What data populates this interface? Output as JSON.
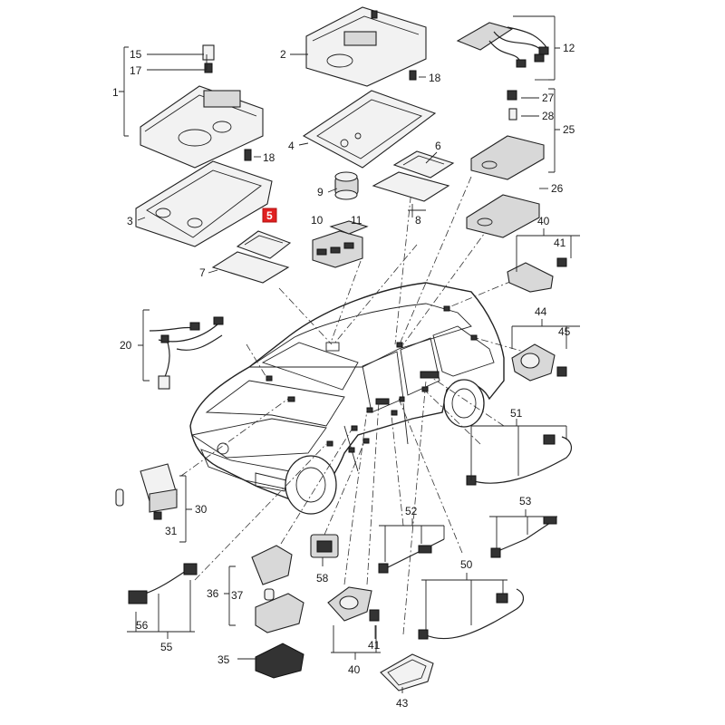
{
  "highlight_color": "#e02020",
  "callouts": [
    {
      "id": "c1",
      "text": "1"
    },
    {
      "id": "c2",
      "text": "2"
    },
    {
      "id": "c3",
      "text": "3"
    },
    {
      "id": "c4",
      "text": "4"
    },
    {
      "id": "c5",
      "text": "5",
      "highlighted": true
    },
    {
      "id": "c6",
      "text": "6"
    },
    {
      "id": "c7",
      "text": "7"
    },
    {
      "id": "c8",
      "text": "8"
    },
    {
      "id": "c9",
      "text": "9"
    },
    {
      "id": "c10",
      "text": "10"
    },
    {
      "id": "c11",
      "text": "11"
    },
    {
      "id": "c12",
      "text": "12"
    },
    {
      "id": "c15",
      "text": "15"
    },
    {
      "id": "c17",
      "text": "17"
    },
    {
      "id": "c18a",
      "text": "18"
    },
    {
      "id": "c18b",
      "text": "18"
    },
    {
      "id": "c20",
      "text": "20"
    },
    {
      "id": "c25",
      "text": "25"
    },
    {
      "id": "c26",
      "text": "26"
    },
    {
      "id": "c27",
      "text": "27"
    },
    {
      "id": "c28",
      "text": "28"
    },
    {
      "id": "c30",
      "text": "30"
    },
    {
      "id": "c31",
      "text": "31"
    },
    {
      "id": "c35",
      "text": "35"
    },
    {
      "id": "c36",
      "text": "36"
    },
    {
      "id": "c37",
      "text": "37"
    },
    {
      "id": "c40a",
      "text": "40"
    },
    {
      "id": "c40b",
      "text": "40"
    },
    {
      "id": "c41a",
      "text": "41"
    },
    {
      "id": "c41b",
      "text": "41"
    },
    {
      "id": "c43",
      "text": "43"
    },
    {
      "id": "c44",
      "text": "44"
    },
    {
      "id": "c45",
      "text": "45"
    },
    {
      "id": "c50",
      "text": "50"
    },
    {
      "id": "c51",
      "text": "51"
    },
    {
      "id": "c52",
      "text": "52"
    },
    {
      "id": "c53",
      "text": "53"
    },
    {
      "id": "c55",
      "text": "55"
    },
    {
      "id": "c56",
      "text": "56"
    },
    {
      "id": "c58",
      "text": "58"
    }
  ]
}
